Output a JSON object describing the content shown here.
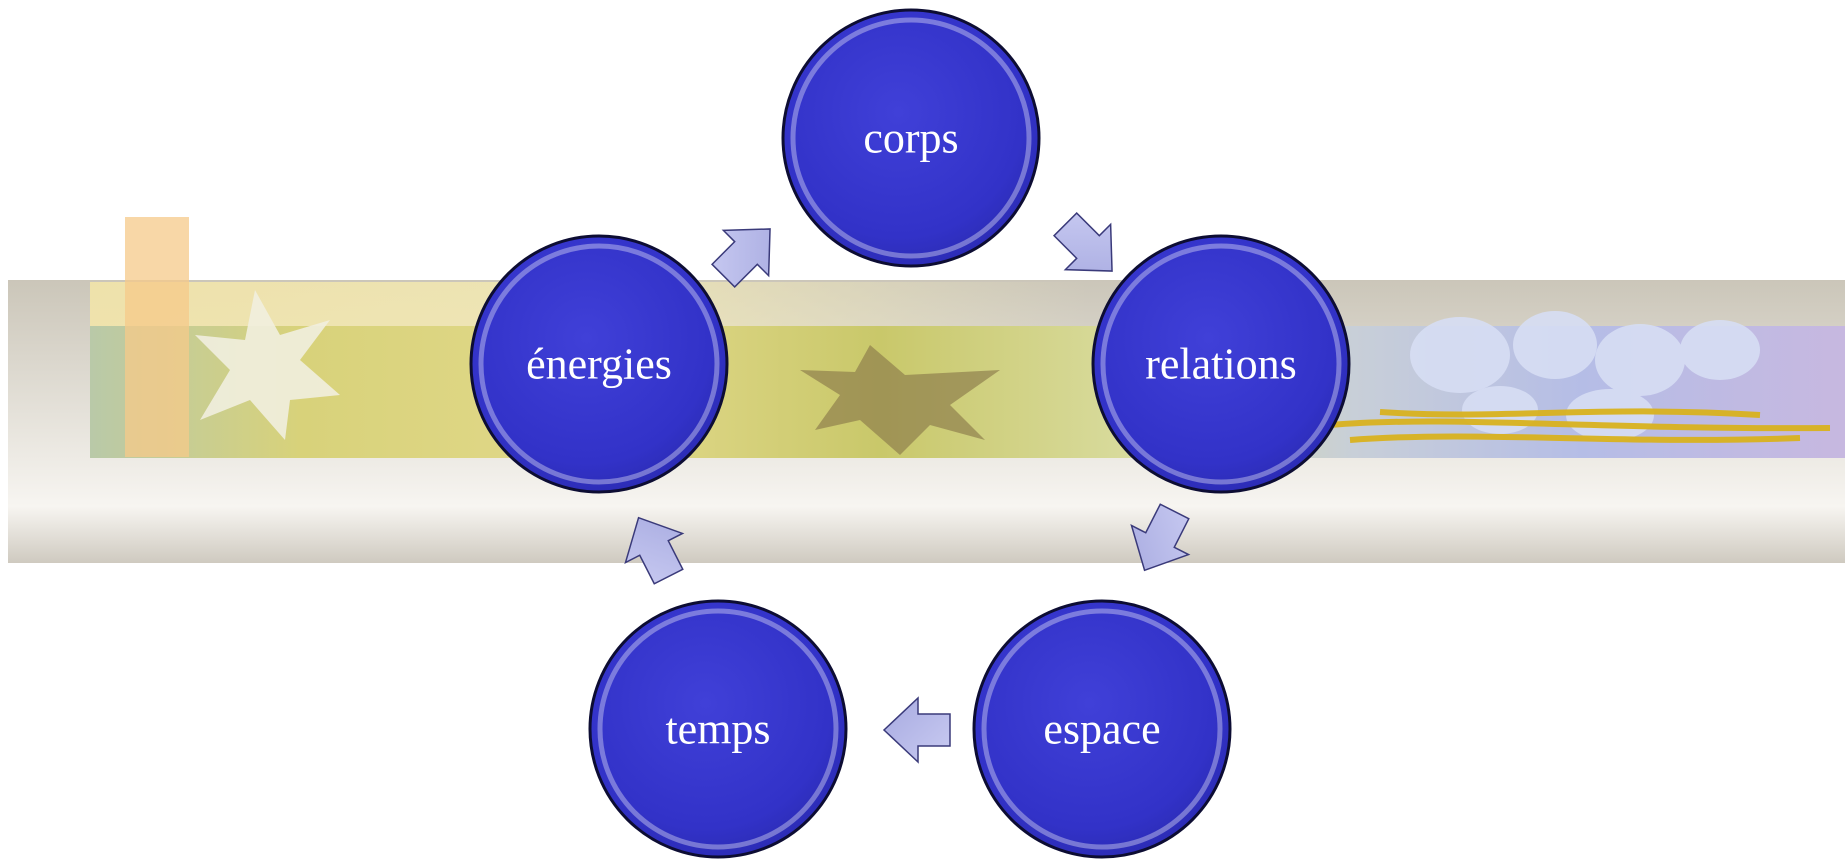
{
  "diagram": {
    "type": "cycle",
    "nodes": [
      {
        "id": "corps",
        "label": "corps"
      },
      {
        "id": "relations",
        "label": "relations"
      },
      {
        "id": "espace",
        "label": "espace"
      },
      {
        "id": "temps",
        "label": "temps"
      },
      {
        "id": "energies",
        "label": "énergies"
      }
    ],
    "edges": [
      {
        "from": "corps",
        "to": "relations"
      },
      {
        "from": "relations",
        "to": "espace"
      },
      {
        "from": "espace",
        "to": "temps"
      },
      {
        "from": "temps",
        "to": "energies"
      },
      {
        "from": "energies",
        "to": "corps"
      }
    ]
  },
  "colors": {
    "node_fill": "#3333cc",
    "node_fill_light": "#5a5ae6",
    "node_outline": "#0d0d33",
    "arrow_fill": "#b3b6ea",
    "arrow_stroke": "#3a3a7a",
    "banner_base": "#cdc8bd",
    "banner_strip_left": "#d9c56a",
    "banner_strip_right": "#a8b2dc",
    "accent_square": "#f6c98a",
    "wheat": "#d9b21f"
  }
}
